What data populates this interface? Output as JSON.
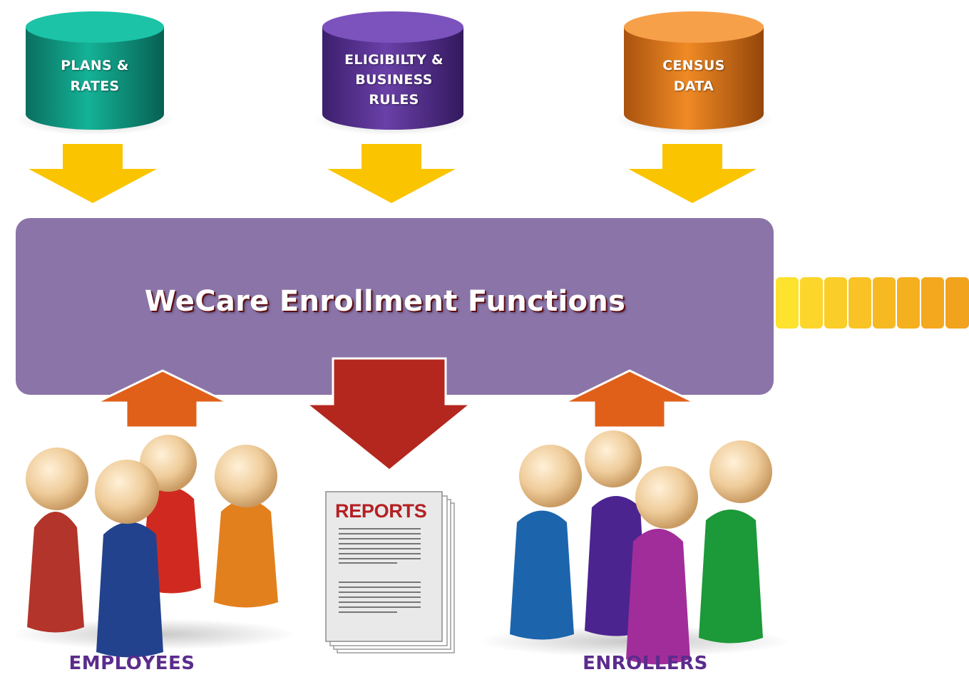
{
  "diagram": {
    "sources": [
      {
        "id": "plans",
        "lines": [
          "PLANS &",
          "RATES"
        ],
        "color": "#0c9a84"
      },
      {
        "id": "rules",
        "lines": [
          "ELIGIBILTY &",
          "BUSINESS",
          "RULES"
        ],
        "color": "#54308e"
      },
      {
        "id": "census",
        "lines": [
          "CENSUS",
          "DATA"
        ],
        "color": "#d9721a"
      }
    ],
    "core": {
      "title": "WeCare Enrollment Functions",
      "color": "#8b74a8"
    },
    "output": {
      "title": "REPORTS"
    },
    "groups": {
      "employees": "EMPLOYEES",
      "enrollers": "ENROLLERS"
    },
    "arrow_colors": {
      "input": "#fbc400",
      "upward": "#e0601a",
      "output": "#b3271e"
    }
  }
}
